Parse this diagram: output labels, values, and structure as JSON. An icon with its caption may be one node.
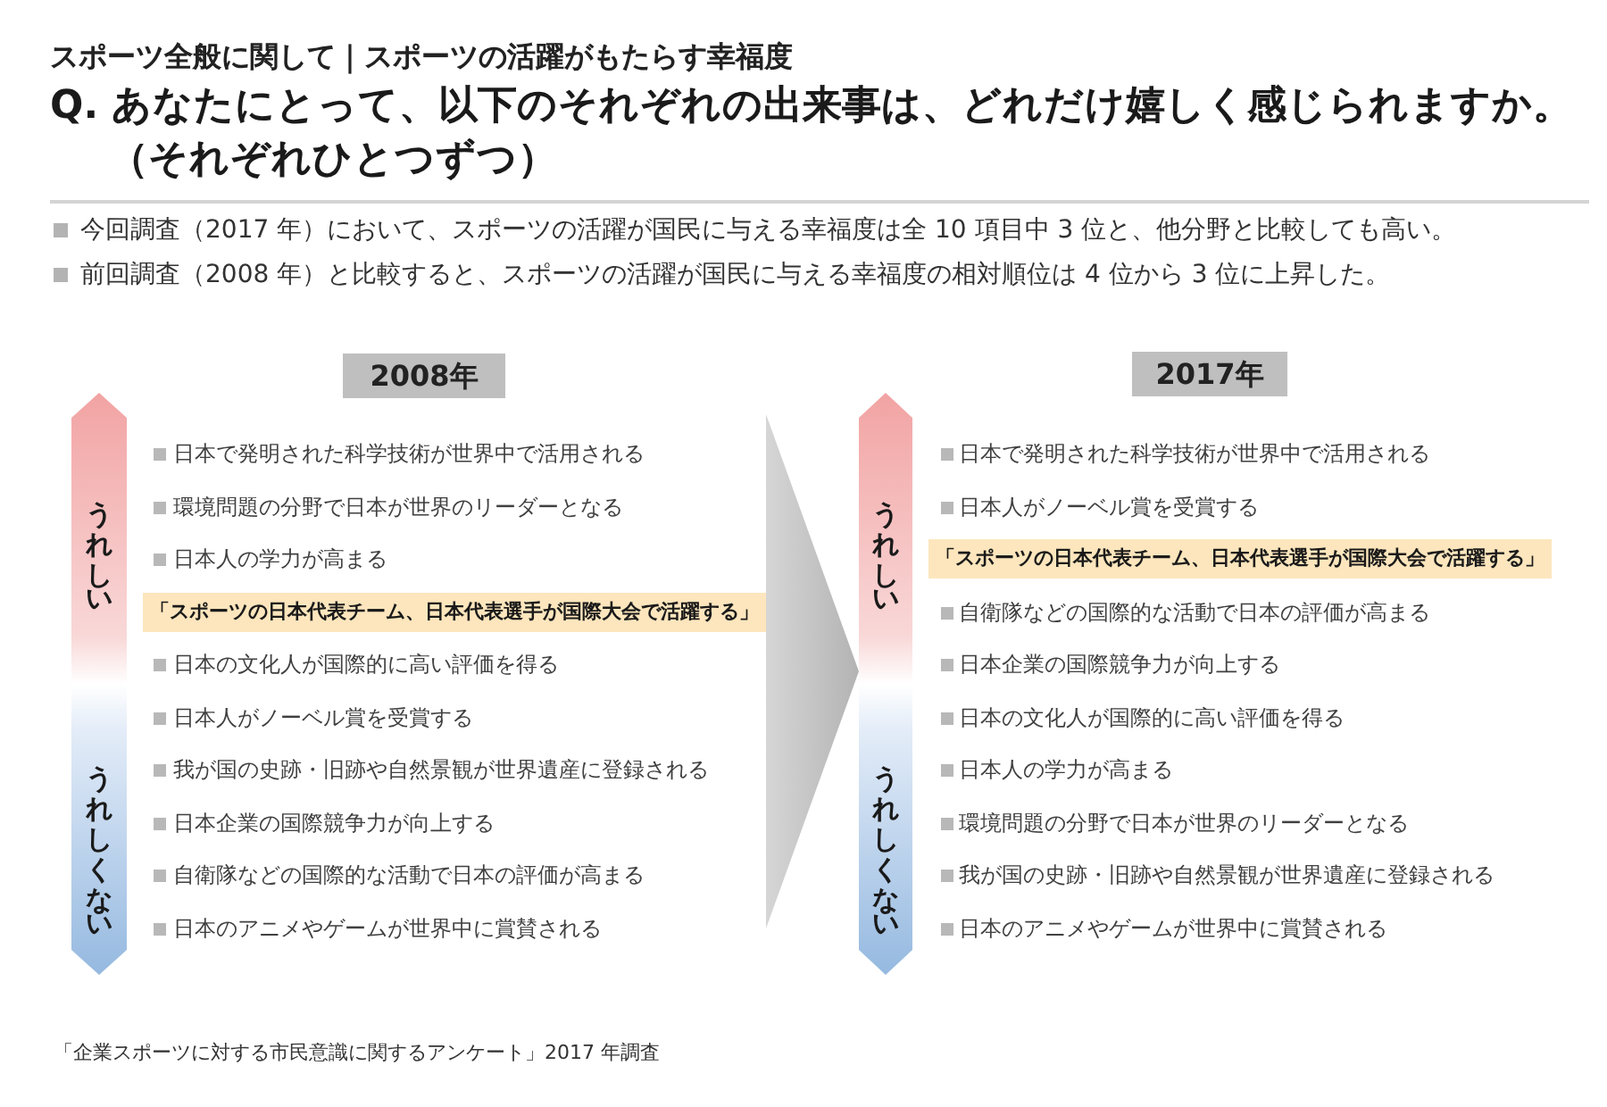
{
  "diagram": {
    "title": "Q. あなたにとって、以下のそれぞれの出来事は、どれだけ嬉しく感じられますか。（それぞれひとつずつ）",
    "caption": "「企業スポーツに対する市民意識に関するアンケート」2017 年調査",
    "nodes": [
      {
        "text": [
          "2008年"
        ]
      },
      {
        "text": [
          "うれしい",
          "うれしくない"
        ]
      },
      {
        "text": [
          "「スポーツの日本代表チーム、日本代表選手が国際大会で活躍する」"
        ]
      },
      {
        "text": [
          "2017年"
        ]
      },
      {
        "text": [
          "うれしい",
          "うれしくない"
        ]
      },
      {
        "text": [
          "「スポーツの日本代表チーム、日本代表選手が国際大会で活躍する」"
        ]
      }
    ],
    "edges": [
      {
        "from": 2,
        "to": 4,
        "arrow": "to"
      }
    ],
    "labels": [
      "スポーツ全般に関して｜スポーツの活躍がもたらす幸福度",
      "今回調査（2017 年）において、スポーツの活躍が国民に与える幸福度は全 10 項目中 3 位と、他分野と比較しても高い。",
      "前回調査（2008 年）と比較すると、スポーツの活躍が国民に与える幸福度の相対順位は 4 位から 3 位に上昇した。",
      "日本で発明された科学技術が世界中で活用される",
      "環境問題の分野で日本が世界のリーダーとなる",
      "日本人の学力が高まる",
      "日本の文化人が国際的に高い評価を得る",
      "日本人がノーベル賞を受賞する",
      "我が国の史跡・旧跡や自然景観が世界遺産に登録される",
      "日本企業の国際競争力が向上する",
      "自衛隊などの国際的な活動で日本の評価が高まる",
      "日本のアニメやゲームが世界中に賞賛される",
      "日本で発明された科学技術が世界中で活用される",
      "日本人がノーベル賞を受賞する",
      "自衛隊などの国際的な活動で日本の評価が高まる",
      "日本企業の国際競争力が向上する",
      "日本の文化人が国際的に高い評価を得る",
      "日本人の学力が高まる",
      "環境問題の分野で日本が世界のリーダーとなる",
      "我が国の史跡・旧跡や自然景観が世界遺産に登録される",
      "日本のアニメやゲームが世界中に賞賛される"
    ]
  }
}
